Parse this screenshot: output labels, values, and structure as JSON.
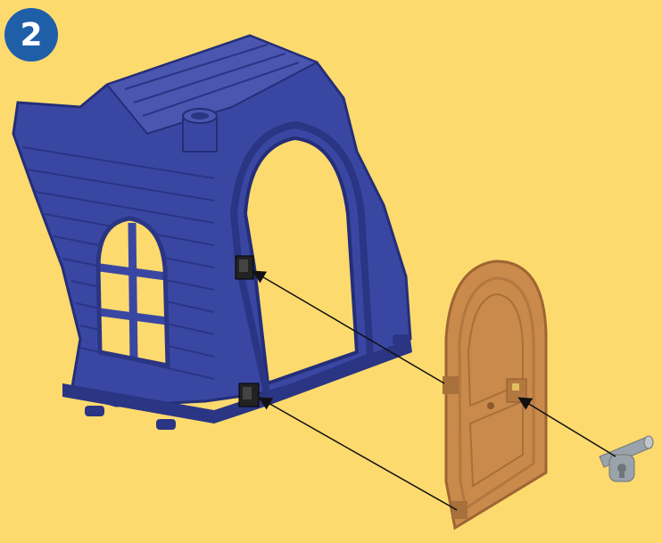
{
  "step": {
    "number": "2",
    "badge_color": "#1F5FA8"
  },
  "colors": {
    "background": "#FDDA6E",
    "wall": "#3A47A2",
    "wall_dark": "#2A3584",
    "wall_light": "#5763B8",
    "door": "#C98A4B",
    "door_dark": "#9E6533",
    "hinge_clip": "#222222",
    "lock": "#9AA3AA",
    "arrow": "#111111"
  },
  "parts": [
    "house-wall-piece",
    "arched-door",
    "padlock"
  ]
}
